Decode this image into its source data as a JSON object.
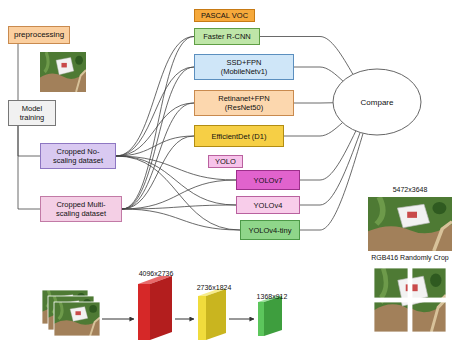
{
  "diagram": {
    "nodes": [
      {
        "text": [
          "preprocessing"
        ]
      },
      {
        "text": [
          "Model training"
        ]
      },
      {
        "text": [
          "Cropped No-scaling dataset"
        ]
      },
      {
        "text": [
          "Cropped Multi-scaling dataset"
        ]
      },
      {
        "text": [
          "PASCAL VOC"
        ]
      },
      {
        "text": [
          "Faster R-CNN"
        ],
        "in": 4
      },
      {
        "text": [
          "SSD+FPN (MobileNetv1)"
        ],
        "in": 4
      },
      {
        "text": [
          "Retinanet+FPN (ResNet50)"
        ],
        "in": 4
      },
      {
        "text": [
          "EfficientDet (D1)"
        ],
        "in": 4
      },
      {
        "text": [
          "YOLO"
        ]
      },
      {
        "text": [
          "YOLOv7"
        ],
        "in": 9
      },
      {
        "text": [
          "YOLOv4"
        ],
        "in": 9
      },
      {
        "text": [
          "YOLOv4-tiny"
        ],
        "in": 9
      },
      {
        "text": [
          "Compare"
        ]
      },
      {
        "text": [
          "5472x3648",
          "RGB416 Randomly Crop"
        ]
      }
    ],
    "edges": [
      {
        "from": 0,
        "to": 1,
        "arrow": "none"
      },
      {
        "from": 1,
        "to": 2,
        "arrow": "none"
      },
      {
        "from": 1,
        "to": 3,
        "arrow": "none"
      },
      {
        "from": 2,
        "to": 5,
        "arrow": "none"
      },
      {
        "from": 2,
        "to": 6,
        "arrow": "none"
      },
      {
        "from": 2,
        "to": 7,
        "arrow": "none"
      },
      {
        "from": 2,
        "to": 8,
        "arrow": "none"
      },
      {
        "from": 2,
        "to": 10,
        "arrow": "none"
      },
      {
        "from": 2,
        "to": 11,
        "arrow": "none"
      },
      {
        "from": 2,
        "to": 12,
        "arrow": "none"
      },
      {
        "from": 3,
        "to": 5,
        "arrow": "none"
      },
      {
        "from": 3,
        "to": 6,
        "arrow": "none"
      },
      {
        "from": 3,
        "to": 7,
        "arrow": "none"
      },
      {
        "from": 3,
        "to": 8,
        "arrow": "none"
      },
      {
        "from": 3,
        "to": 10,
        "arrow": "none"
      },
      {
        "from": 3,
        "to": 11,
        "arrow": "none"
      },
      {
        "from": 3,
        "to": 12,
        "arrow": "none"
      },
      {
        "from": 5,
        "to": 13,
        "arrow": "none"
      },
      {
        "from": 6,
        "to": 13,
        "arrow": "none"
      },
      {
        "from": 7,
        "to": 13,
        "arrow": "none"
      },
      {
        "from": 8,
        "to": 13,
        "arrow": "none"
      },
      {
        "from": 10,
        "to": 13,
        "arrow": "none"
      },
      {
        "from": 11,
        "to": 13,
        "arrow": "none"
      },
      {
        "from": 12,
        "to": 13,
        "arrow": "none"
      }
    ],
    "labels": [
      "4096x2736",
      "2736x1824",
      "1368x912"
    ]
  }
}
